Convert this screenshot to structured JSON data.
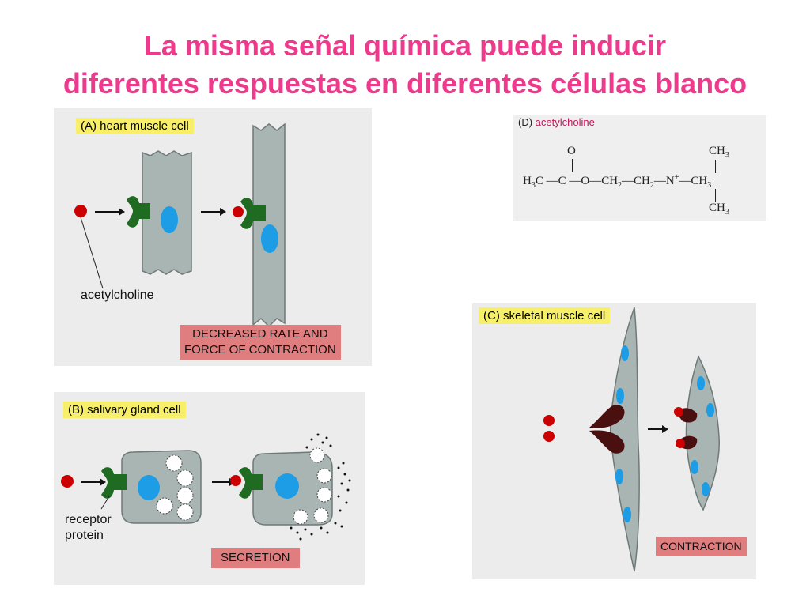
{
  "slide": {
    "title_line1": "La misma señal química  puede inducir",
    "title_line2": "diferentes respuestas  en diferentes células blanco"
  },
  "panel_a": {
    "tag": "(A) heart muscle cell",
    "ligand_label": "acetylcholine",
    "response_line1": "DECREASED RATE AND",
    "response_line2": "FORCE OF CONTRACTION"
  },
  "panel_b": {
    "tag": "(B) salivary gland cell",
    "receptor_label_line1": "receptor",
    "receptor_label_line2": "protein",
    "response": "SECRETION"
  },
  "panel_c": {
    "tag": "(C) skeletal muscle cell",
    "response": "CONTRACTION"
  },
  "panel_d": {
    "tag_prefix": "(D)",
    "tag_name": "acetylcholine",
    "formula": {
      "o_top": "O",
      "h3c": "H",
      "ch3_top": "CH",
      "ch3_right": "CH",
      "ch3_bottom": "CH"
    }
  },
  "colors": {
    "title": "#ee3a8c",
    "ligand": "#cc0000",
    "receptor_green": "#1f6b22",
    "receptor_dark": "#4a1010",
    "cell_fill": "#a9b5b3",
    "nucleus": "#1c9de6",
    "tag_yellow": "#f7ef6a",
    "response_pink": "#e07d7f"
  }
}
